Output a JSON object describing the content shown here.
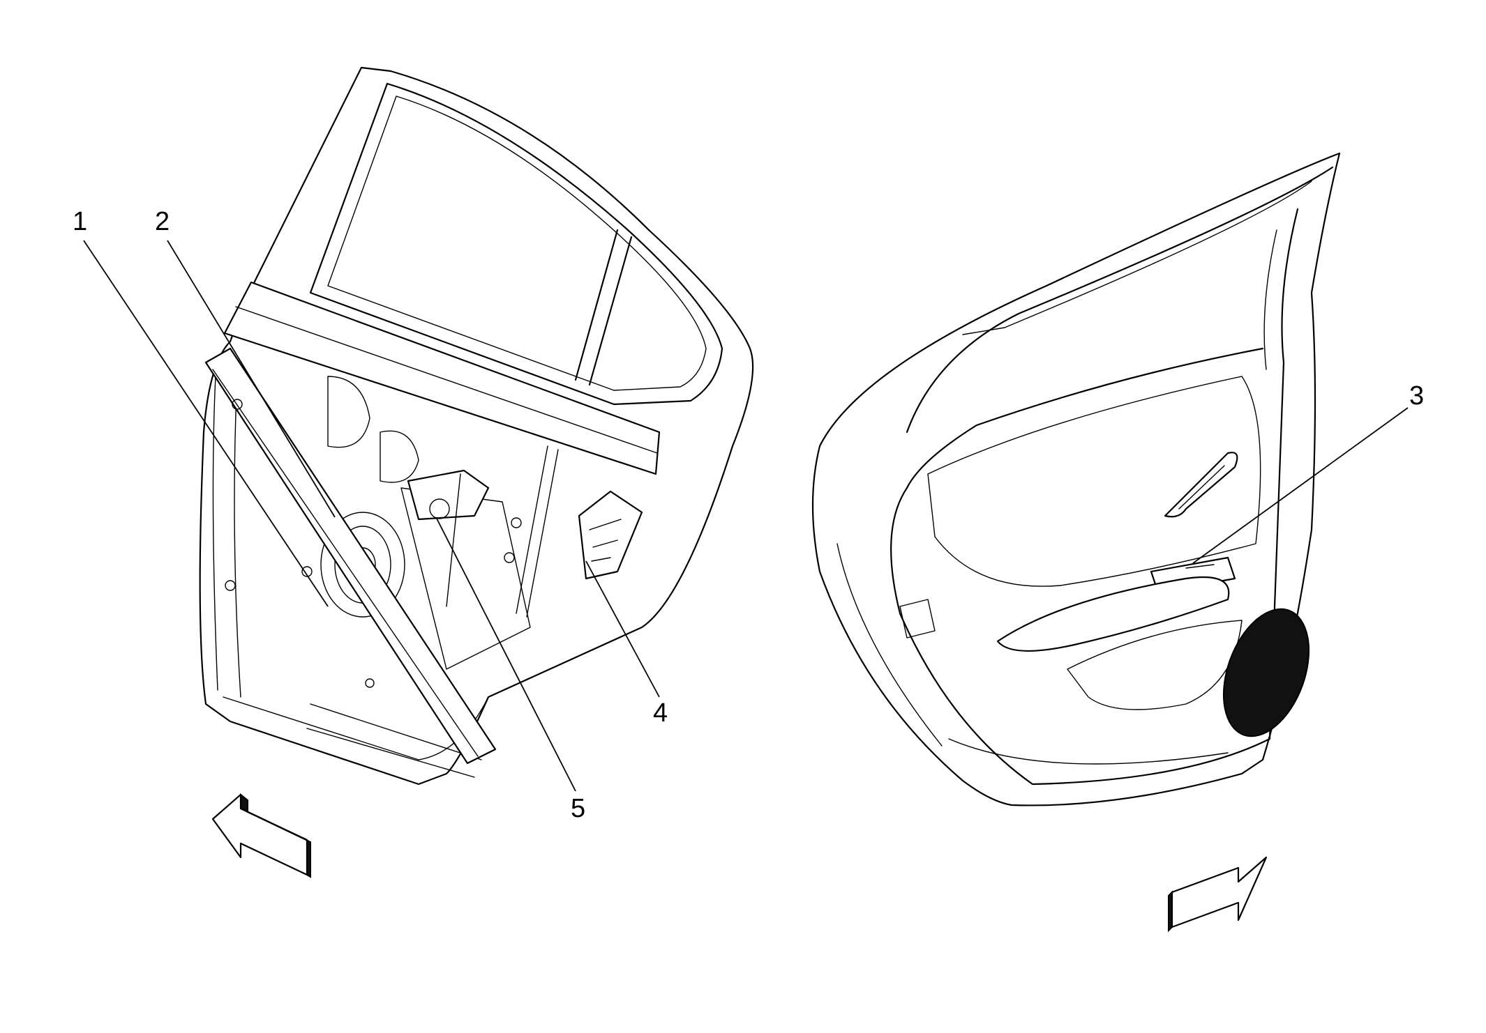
{
  "callouts": {
    "c1": "1",
    "c2": "2",
    "c3": "3",
    "c4": "4",
    "c5": "5"
  },
  "arrows": {
    "left": "arrow-forward",
    "right": "arrow-forward"
  },
  "colors": {
    "line": "#000000",
    "background": "#ffffff",
    "speaker_fill": "#111111"
  }
}
